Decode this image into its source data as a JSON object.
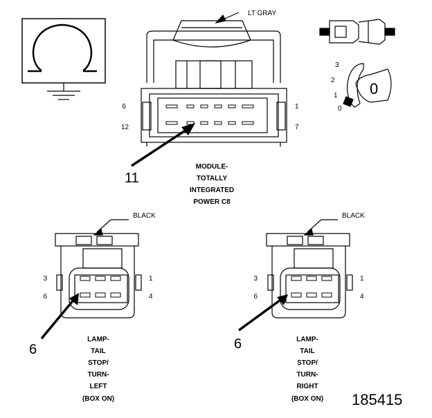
{
  "ground_symbol": {
    "icon": "ohm-ground-symbol-icon"
  },
  "module_connector": {
    "color_label": "LT GRAY",
    "pins": {
      "top_left": "6",
      "bottom_left": "12",
      "top_right": "1",
      "bottom_right": "7"
    },
    "callout_number": "11",
    "caption": [
      "MODULE-",
      "TOTALLY",
      "INTEGRATED",
      "POWER C8"
    ]
  },
  "position_selector": {
    "positions": [
      "3",
      "2",
      "1",
      "0"
    ],
    "indicator": "0"
  },
  "left_connector": {
    "color_label": "BLACK",
    "pins": {
      "top_left": "3",
      "bottom_left": "6",
      "top_right": "1",
      "bottom_right": "4"
    },
    "callout_number": "6",
    "caption": [
      "LAMP-",
      "TAIL",
      "STOP/",
      "TURN-",
      "LEFT",
      "(BOX ON)"
    ]
  },
  "right_connector": {
    "color_label": "BLACK",
    "pins": {
      "top_left": "3",
      "bottom_left": "6",
      "top_right": "1",
      "bottom_right": "4"
    },
    "callout_number": "6",
    "caption": [
      "LAMP-",
      "TAIL",
      "STOP/",
      "TURN-",
      "RIGHT",
      "(BOX ON)"
    ]
  },
  "figure_number": "185415"
}
